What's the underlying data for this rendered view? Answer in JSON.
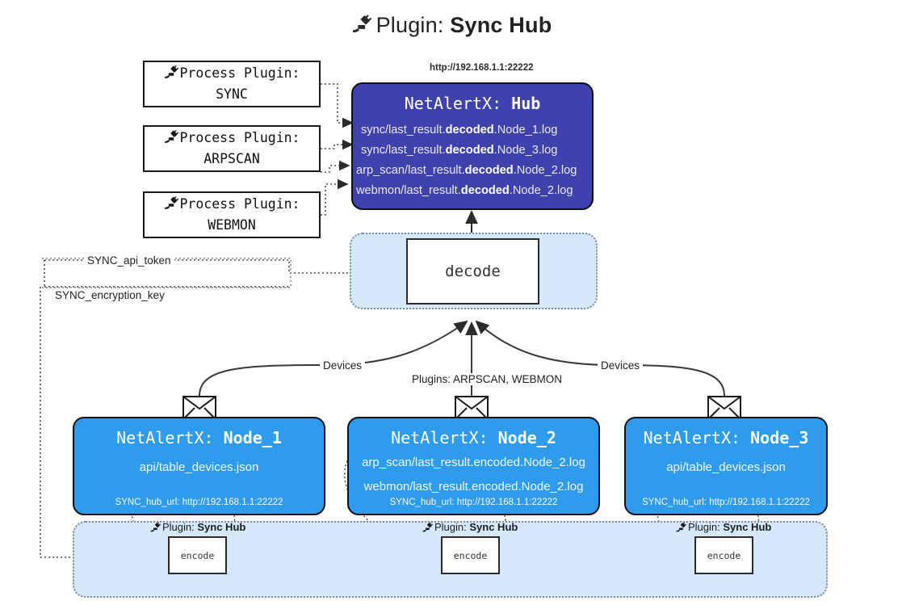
{
  "title": {
    "prefix": "Plugin:",
    "name": "Sync Hub",
    "icon": "plug-icon"
  },
  "process_plugins": [
    {
      "line1": "Process Plugin:",
      "line2": "SYNC",
      "icon": "plug-icon"
    },
    {
      "line1": "Process Plugin:",
      "line2": "ARPSCAN",
      "icon": "plug-icon"
    },
    {
      "line1": "Process Plugin:",
      "line2": "WEBMON",
      "icon": "plug-icon"
    }
  ],
  "hub": {
    "url": "http://192.168.1.1:22222",
    "label_prefix": "NetAlertX:",
    "label_name": "Hub",
    "logs": [
      {
        "pre": "sync/last_result.",
        "em": "decoded",
        "post": ".Node_1.log"
      },
      {
        "pre": "sync/last_result.",
        "em": "decoded",
        "post": ".Node_3.log"
      },
      {
        "pre": "arp_scan/last_result.",
        "em": "decoded",
        "post": ".Node_2.log"
      },
      {
        "pre": "webmon/last_result.",
        "em": "decoded",
        "post": ".Node_2.log"
      }
    ]
  },
  "decode": {
    "label": "decode"
  },
  "secrets": [
    {
      "label": "SYNC_api_token"
    },
    {
      "label": "SYNC_encryption_key"
    }
  ],
  "edge_labels": {
    "left_devices": "Devices",
    "right_devices": "Devices",
    "center_plugins": "Plugins: ARPSCAN, WEBMON"
  },
  "nodes": [
    {
      "label_prefix": "NetAlertX:",
      "label_name": "Node_1",
      "paths": [
        "api/table_devices.json"
      ],
      "hub_url": "SYNC_hub_url: http://192.168.1.1:22222",
      "icon": "envelope-icon"
    },
    {
      "label_prefix": "NetAlertX:",
      "label_name": "Node_2",
      "paths": [
        "arp_scan/last_result.encoded.Node_2.log",
        "webmon/last_result.encoded.Node_2.log"
      ],
      "hub_url": "SYNC_hub_url: http://192.168.1.1:22222",
      "icon": "envelope-icon"
    },
    {
      "label_prefix": "NetAlertX:",
      "label_name": "Node_3",
      "paths": [
        "api/table_devices.json"
      ],
      "hub_url": "SYNC_hub_url: http://192.168.1.1:22222",
      "icon": "envelope-icon"
    }
  ],
  "encoders": [
    {
      "tag_prefix": "Plugin:",
      "tag_name": "Sync Hub",
      "label": "encode",
      "icon": "plug-icon"
    },
    {
      "tag_prefix": "Plugin:",
      "tag_name": "Sync Hub",
      "label": "encode",
      "icon": "plug-icon"
    },
    {
      "tag_prefix": "Plugin:",
      "tag_name": "Sync Hub",
      "label": "encode",
      "icon": "plug-icon"
    }
  ],
  "colors": {
    "hub_bg": "#3f41ad",
    "node_bg": "#2f9bec",
    "band_bg": "#d4e8fa",
    "stroke": "#2b2b2b"
  }
}
